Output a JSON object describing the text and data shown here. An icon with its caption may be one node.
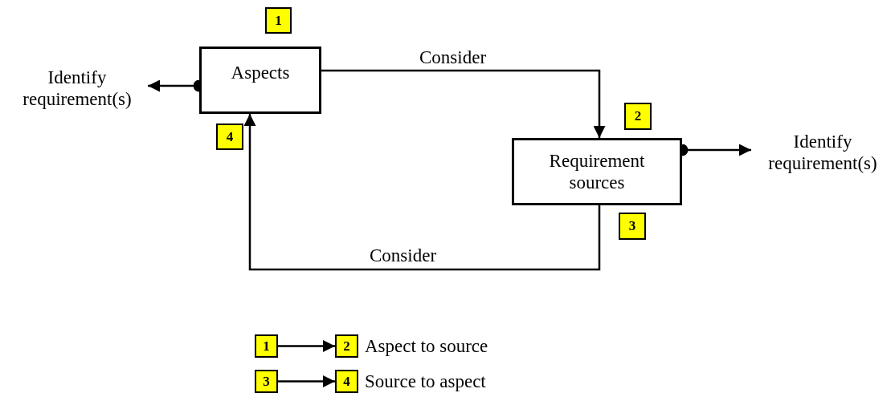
{
  "diagram": {
    "nodes": [
      {
        "text": [
          "Aspects"
        ]
      },
      {
        "text": [
          "Requirement sources"
        ]
      },
      {
        "text": [
          "Identify requirement(s)"
        ]
      },
      {
        "text": [
          "Identify requirement(s)"
        ]
      },
      {
        "text": [
          "1"
        ]
      },
      {
        "text": [
          "2"
        ]
      },
      {
        "text": [
          "3"
        ]
      },
      {
        "text": [
          "4"
        ]
      },
      {
        "text": [
          "1"
        ]
      },
      {
        "text": [
          "2"
        ],
        "beside": [
          "Aspect to source"
        ]
      },
      {
        "text": [
          "3"
        ]
      },
      {
        "text": [
          "4"
        ],
        "beside": [
          "Source to aspect"
        ]
      }
    ],
    "edges": [
      {
        "from": 0,
        "to": 1,
        "arrow": "to",
        "label": "Consider"
      },
      {
        "from": 1,
        "to": 0,
        "arrow": "to",
        "label": "Consider"
      },
      {
        "from": 0,
        "to": 2,
        "arrow": "to"
      },
      {
        "from": 1,
        "to": 3,
        "arrow": "to"
      },
      {
        "from": 8,
        "to": 9,
        "arrow": "to"
      },
      {
        "from": 10,
        "to": 11,
        "arrow": "to"
      }
    ]
  }
}
